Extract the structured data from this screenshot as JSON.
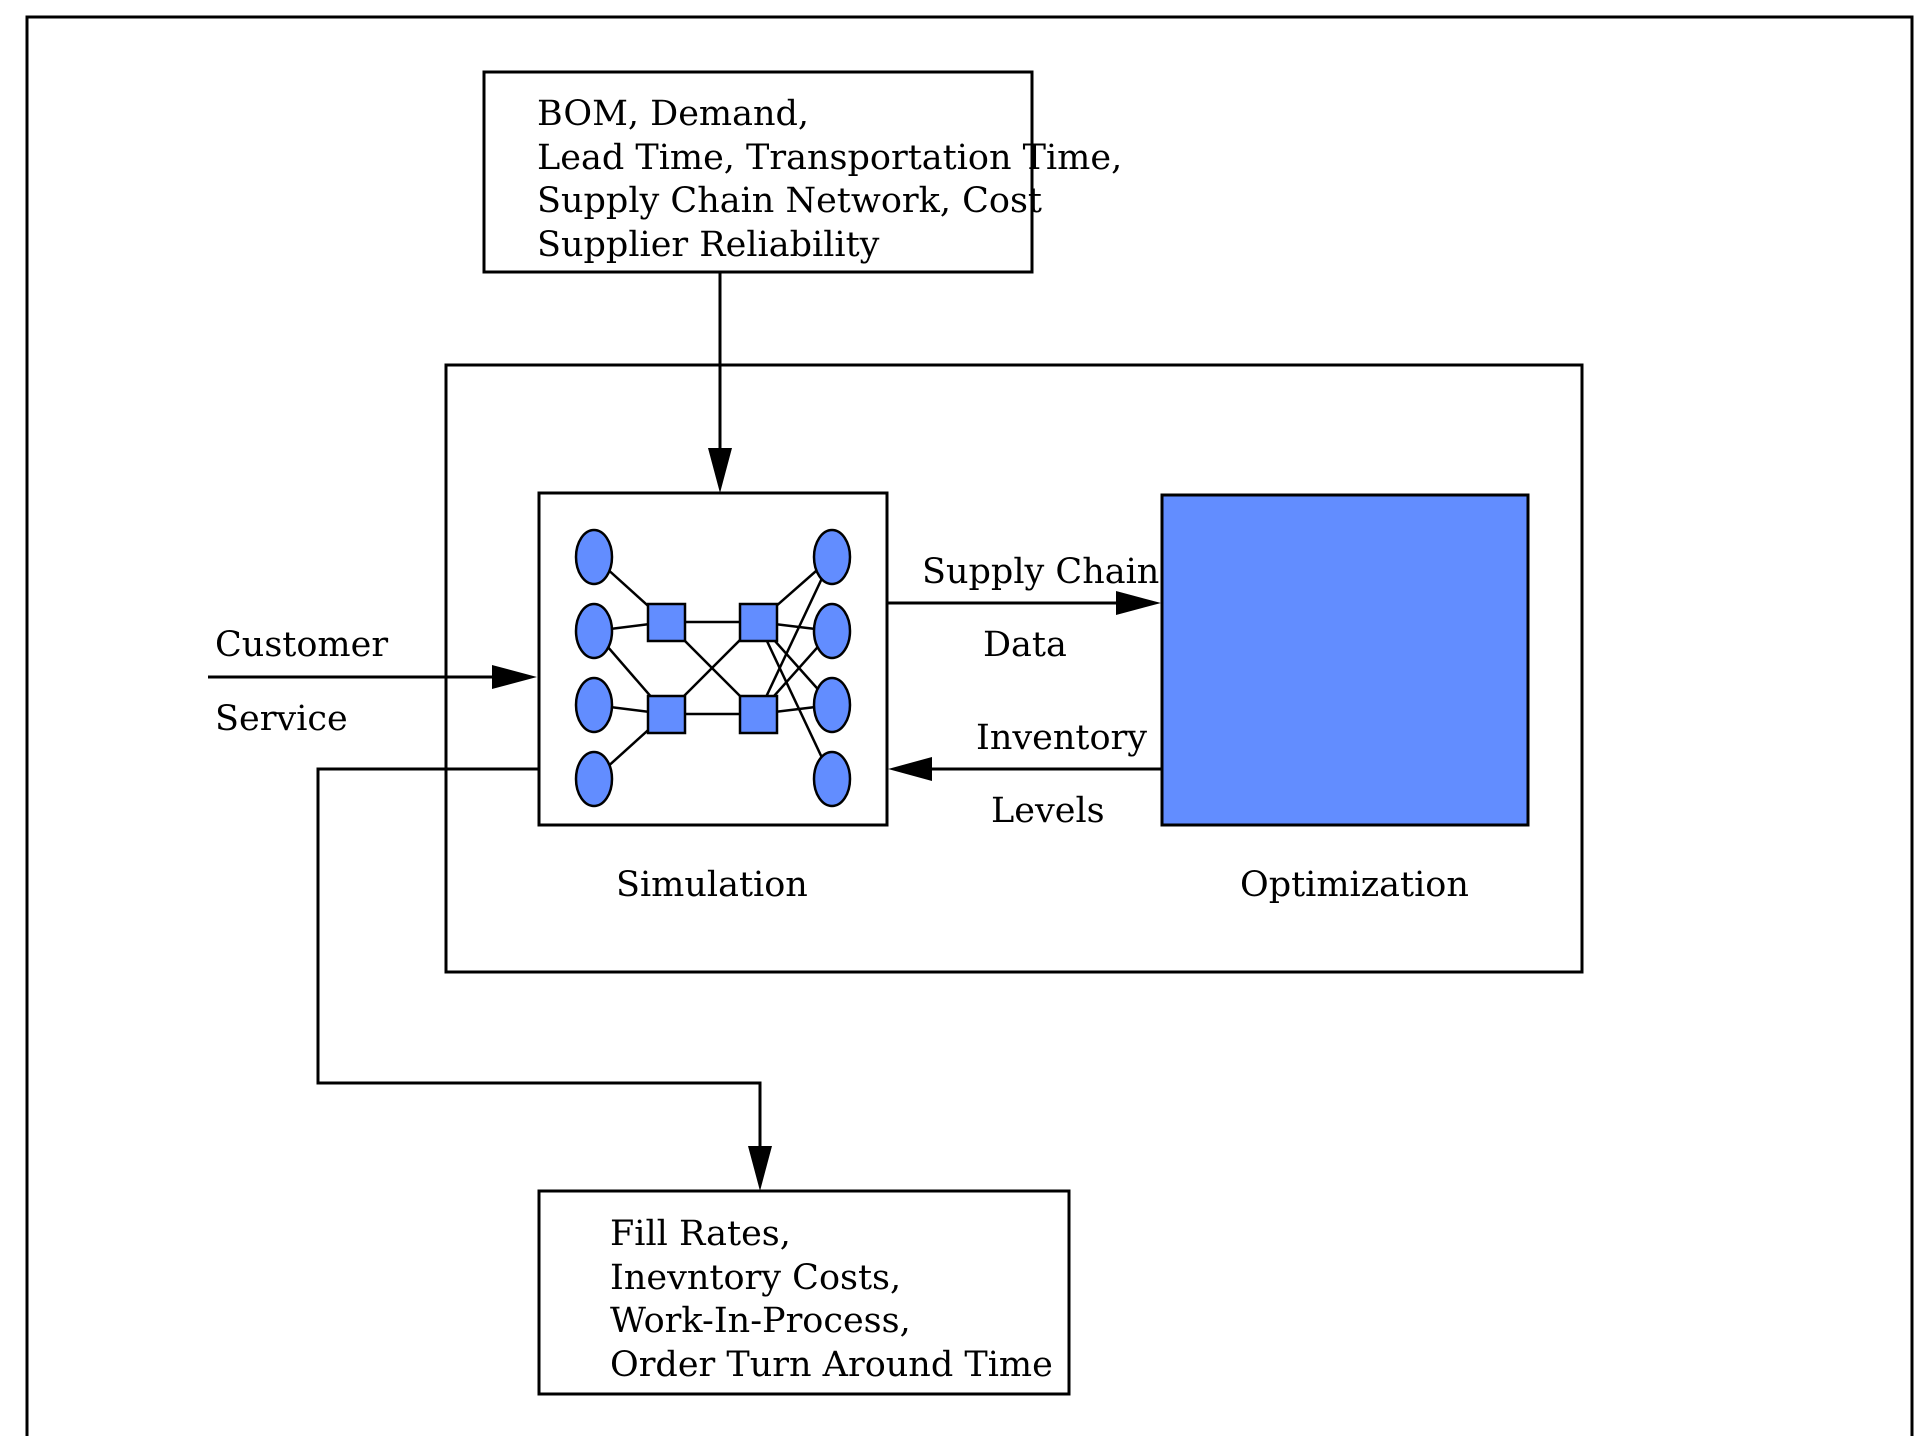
{
  "inputs_box": {
    "lines": [
      "BOM, Demand,",
      "Lead Time, Transportation Time,",
      "Supply Chain Network, Cost",
      "Supplier Reliability"
    ]
  },
  "outputs_box": {
    "lines": [
      "Fill Rates,",
      "Inevntory Costs,",
      "Work-In-Process,",
      "Order Turn Around Time"
    ]
  },
  "customer_service_label": [
    "Customer",
    "Service"
  ],
  "supply_chain_data_label": [
    "Supply Chain",
    "Data"
  ],
  "inventory_levels_label": [
    "Inventory",
    "Levels"
  ],
  "simulation_label": "Simulation",
  "optimization_label": "Optimization",
  "colors": {
    "node_fill": "#628dff",
    "optimization_fill": "#628dff",
    "line": "#000000",
    "background": "#ffffff"
  }
}
